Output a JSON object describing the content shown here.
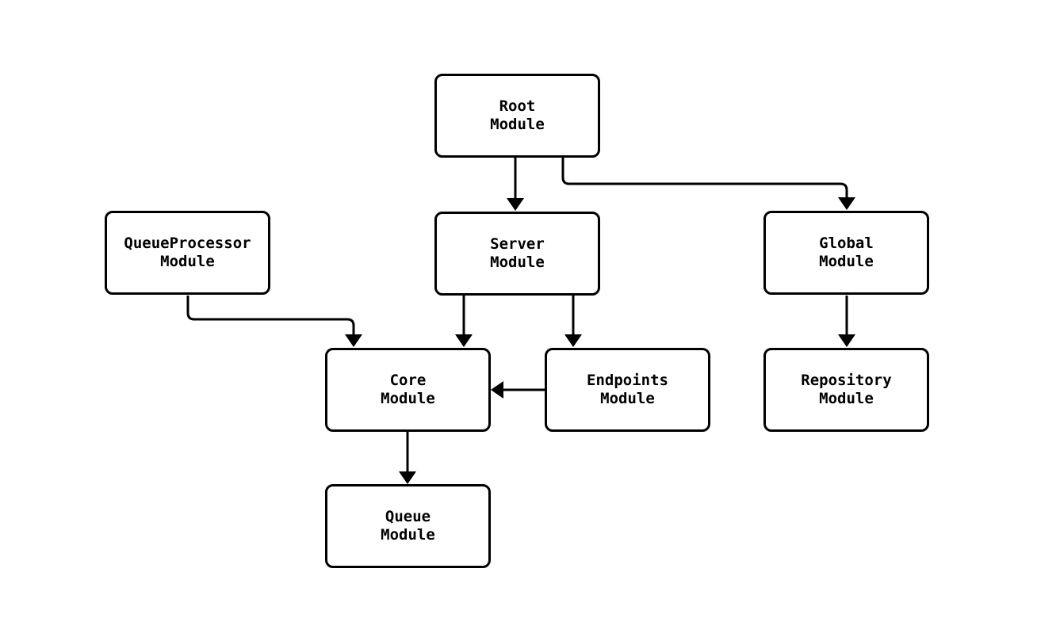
{
  "diagram": {
    "kind": "module-dependency-graph",
    "background_color": "#ffffff",
    "box_border_color": "#000000",
    "box_fill_color": "#ffffff",
    "arrow_color": "#000000",
    "nodes": [
      {
        "id": "root",
        "line1": "Root",
        "line2": "Module"
      },
      {
        "id": "queueprocessor",
        "line1": "QueueProcessor",
        "line2": "Module"
      },
      {
        "id": "server",
        "line1": "Server",
        "line2": "Module"
      },
      {
        "id": "global",
        "line1": "Global",
        "line2": "Module"
      },
      {
        "id": "core",
        "line1": "Core",
        "line2": "Module"
      },
      {
        "id": "endpoints",
        "line1": "Endpoints",
        "line2": "Module"
      },
      {
        "id": "repository",
        "line1": "Repository",
        "line2": "Module"
      },
      {
        "id": "queue",
        "line1": "Queue",
        "line2": "Module"
      }
    ],
    "edges": [
      {
        "from": "Root Module",
        "to": "Server Module"
      },
      {
        "from": "Root Module",
        "to": "Global Module"
      },
      {
        "from": "QueueProcessor Module",
        "to": "Core Module"
      },
      {
        "from": "Server Module",
        "to": "Core Module"
      },
      {
        "from": "Server Module",
        "to": "Endpoints Module"
      },
      {
        "from": "Endpoints Module",
        "to": "Core Module"
      },
      {
        "from": "Core Module",
        "to": "Queue Module"
      },
      {
        "from": "Global Module",
        "to": "Repository Module"
      }
    ]
  }
}
